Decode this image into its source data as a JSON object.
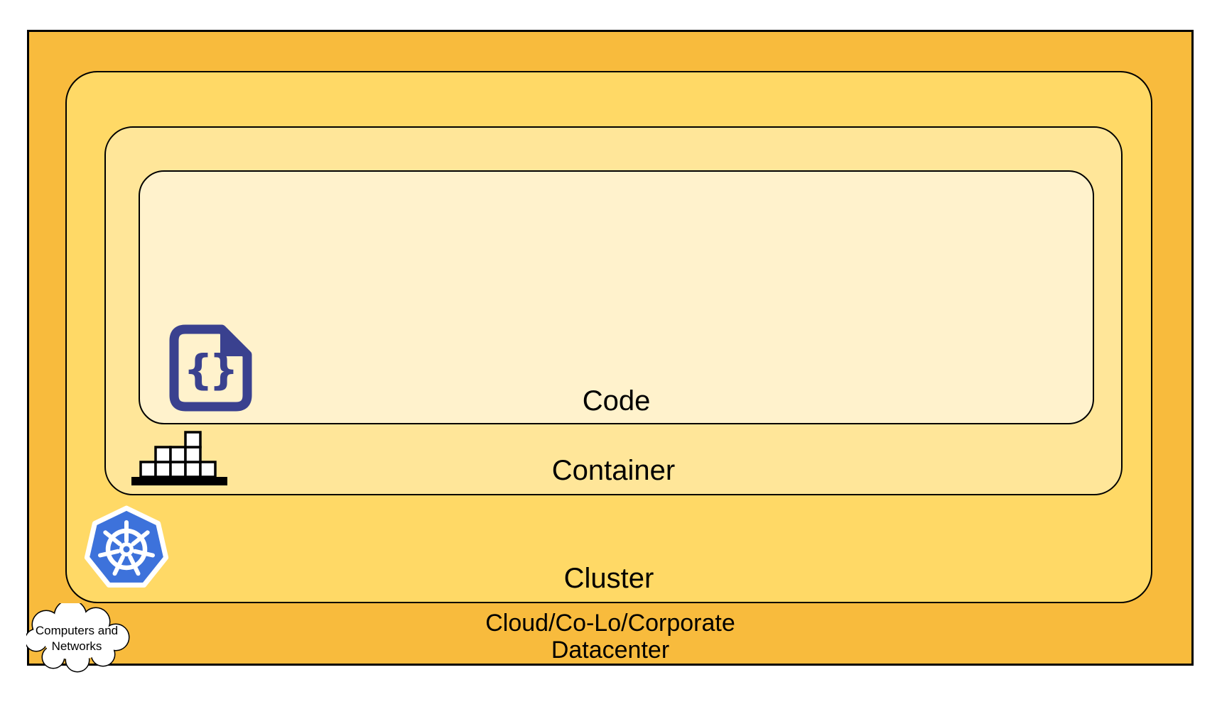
{
  "layers": {
    "code": {
      "label": "Code"
    },
    "container": {
      "label": "Container"
    },
    "cluster": {
      "label": "Cluster"
    },
    "datacenter": {
      "label_line1": "Cloud/Co-Lo/Corporate",
      "label_line2": "Datacenter"
    }
  },
  "icons": {
    "code_file": {
      "glyph_open": "{",
      "glyph_close": "}"
    },
    "cloud": {
      "label_line1": "Computers and",
      "label_line2": "Networks"
    }
  },
  "colors": {
    "datacenter_fill": "#F8BB3D",
    "cluster_fill": "#FFD966",
    "container_fill": "#FFE699",
    "code_fill": "#FFF2CC",
    "outline": "#000000",
    "code_icon_navy": "#3A418F",
    "kubernetes_blue": "#3D72DB",
    "cloud_fill": "#FFFFFF",
    "label_text": "#000000"
  }
}
